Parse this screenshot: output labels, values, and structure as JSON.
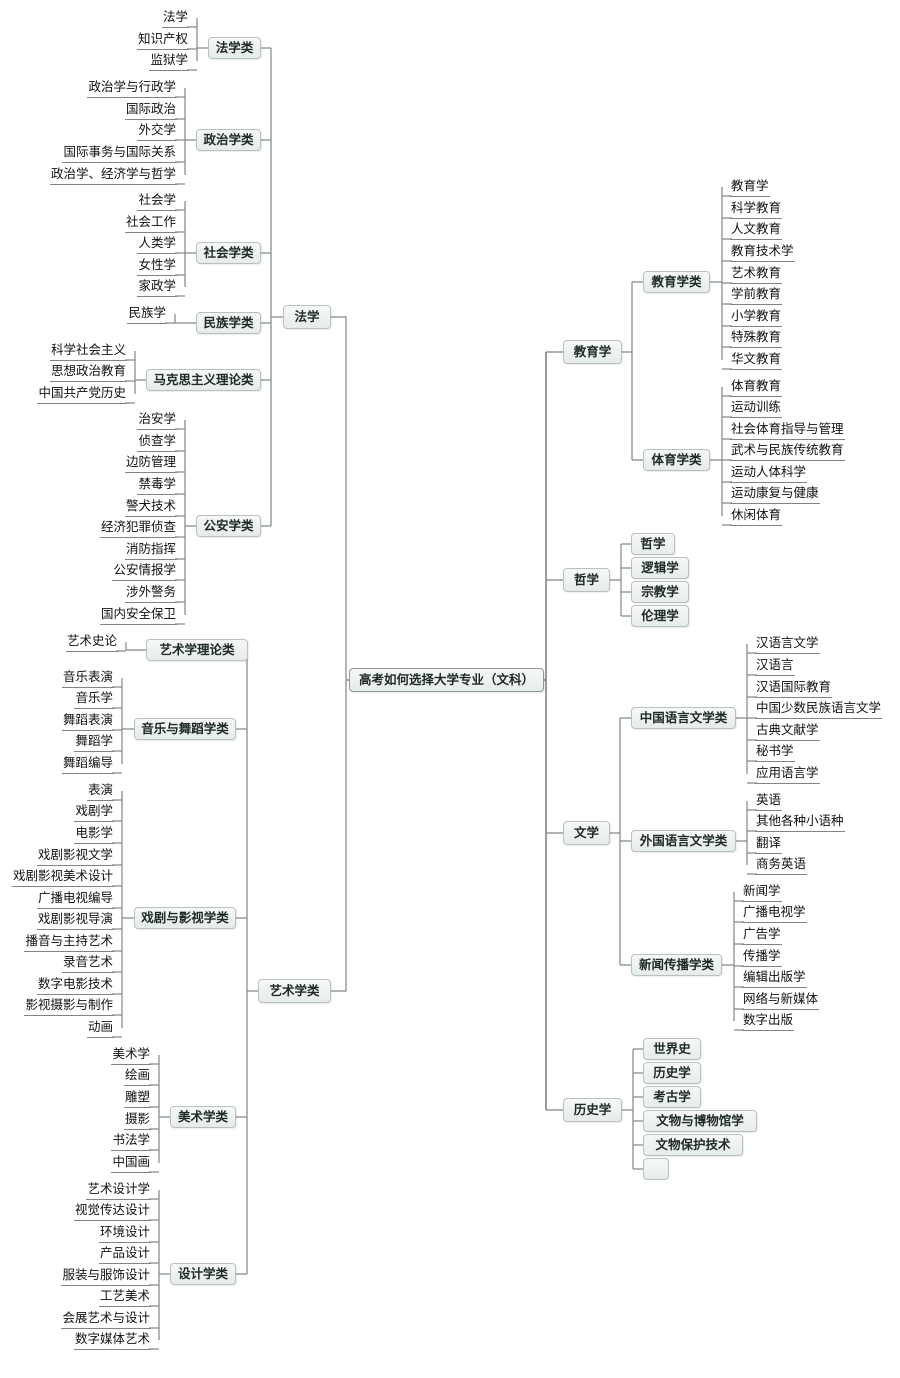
{
  "title": "高考如何选择大学专业（文科）",
  "left": [
    {
      "name": "法学",
      "children": [
        {
          "name": "法学类",
          "children": [
            "法学",
            "知识产权",
            "监狱学"
          ]
        },
        {
          "name": "政治学类",
          "children": [
            "政治学与行政学",
            "国际政治",
            "外交学",
            "国际事务与国际关系",
            "政治学、经济学与哲学"
          ]
        },
        {
          "name": "社会学类",
          "children": [
            "社会学",
            "社会工作",
            "人类学",
            "女性学",
            "家政学"
          ]
        },
        {
          "name": "民族学类",
          "children": [
            "民族学"
          ]
        },
        {
          "name": "马克思主义理论类",
          "children": [
            "科学社会主义",
            "思想政治教育",
            "中国共产党历史"
          ]
        },
        {
          "name": "公安学类",
          "children": [
            "治安学",
            "侦查学",
            "边防管理",
            "禁毒学",
            "警犬技术",
            "经济犯罪侦查",
            "消防指挥",
            "公安情报学",
            "涉外警务",
            "国内安全保卫"
          ]
        }
      ]
    },
    {
      "name": "艺术学类",
      "children": [
        {
          "name": "艺术学理论类",
          "children": [
            "艺术史论"
          ]
        },
        {
          "name": "音乐与舞蹈学类",
          "children": [
            "音乐表演",
            "音乐学",
            "舞蹈表演",
            "舞蹈学",
            "舞蹈编导"
          ]
        },
        {
          "name": "戏剧与影视学类",
          "children": [
            "表演",
            "戏剧学",
            "电影学",
            "戏剧影视文学",
            "戏剧影视美术设计",
            "广播电视编导",
            "戏剧影视导演",
            "播音与主持艺术",
            "录音艺术",
            "数字电影技术",
            "影视摄影与制作",
            "动画"
          ]
        },
        {
          "name": "美术学类",
          "children": [
            "美术学",
            "绘画",
            "雕塑",
            "摄影",
            "书法学",
            "中国画"
          ]
        },
        {
          "name": "设计学类",
          "children": [
            "艺术设计学",
            "视觉传达设计",
            "环境设计",
            "产品设计",
            "服装与服饰设计",
            "工艺美术",
            "会展艺术与设计",
            "数字媒体艺术"
          ]
        }
      ]
    }
  ],
  "right": [
    {
      "name": "教育学",
      "children": [
        {
          "name": "教育学类",
          "children": [
            "教育学",
            "科学教育",
            "人文教育",
            "教育技术学",
            "艺术教育",
            "学前教育",
            "小学教育",
            "特殊教育",
            "华文教育"
          ]
        },
        {
          "name": "体育学类",
          "children": [
            "体育教育",
            "运动训练",
            "社会体育指导与管理",
            "武术与民族传统教育",
            "运动人体科学",
            "运动康复与健康",
            "休闲体育"
          ]
        }
      ]
    },
    {
      "name": "哲学",
      "children": [
        "哲学",
        "逻辑学",
        "宗教学",
        "伦理学"
      ]
    },
    {
      "name": "文学",
      "children": [
        {
          "name": "中国语言文学类",
          "children": [
            "汉语言文学",
            "汉语言",
            "汉语国际教育",
            "中国少数民族语言文学",
            "古典文献学",
            "秘书学",
            "应用语言学"
          ]
        },
        {
          "name": "外国语言文学类",
          "children": [
            "英语",
            "其他各种小语种",
            "翻译",
            "商务英语"
          ]
        },
        {
          "name": "新闻传播学类",
          "children": [
            "新闻学",
            "广播电视学",
            "广告学",
            "传播学",
            "编辑出版学",
            "网络与新媒体",
            "数字出版"
          ]
        }
      ]
    },
    {
      "name": "历史学",
      "children": [
        "世界史",
        "历史学",
        "考古学",
        "文物与博物馆学",
        "文物保护技术",
        ""
      ]
    }
  ]
}
